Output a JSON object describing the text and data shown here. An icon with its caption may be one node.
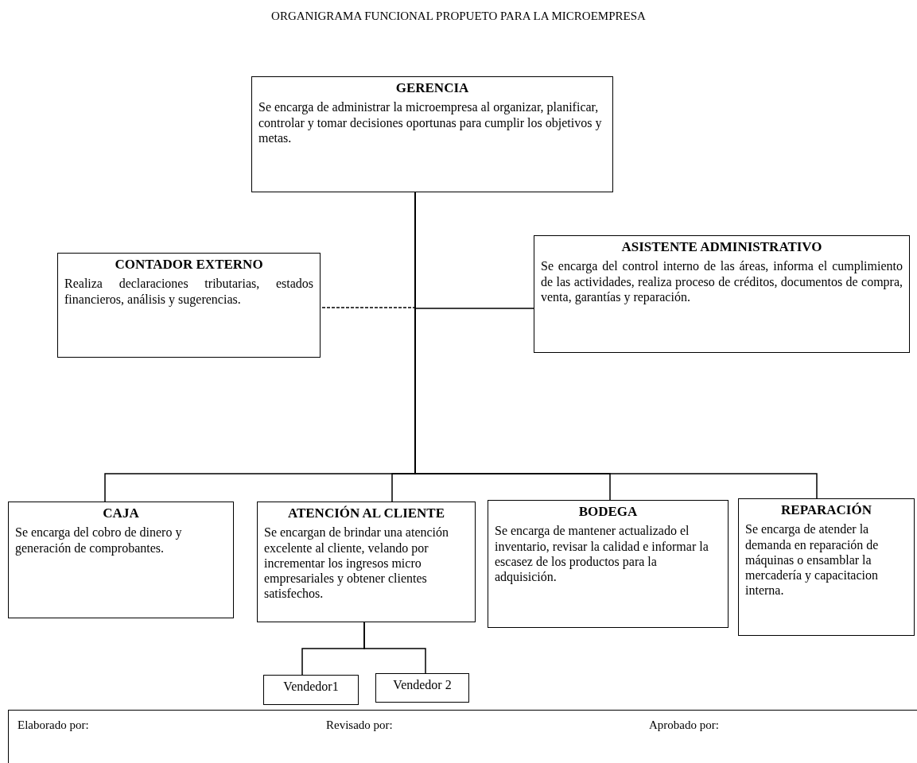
{
  "diagram": {
    "title": "ORGANIGRAMA FUNCIONAL PROPUETO PARA LA MICROEMPRESA",
    "nodes": [
      {
        "text": [
          "GERENCIA",
          "Se encarga de administrar la microempresa al organizar, planificar, controlar y tomar decisiones oportunas para cumplir los objetivos y metas."
        ]
      },
      {
        "text": [
          "CONTADOR EXTERNO",
          "Realiza declaraciones tributarias, estados financieros, análisis y sugerencias."
        ]
      },
      {
        "text": [
          "ASISTENTE ADMINISTRATIVO",
          "Se encarga del control interno de las áreas, informa el cumplimiento de las actividades, realiza proceso de créditos, documentos de compra, venta, garantías y reparación."
        ]
      },
      {
        "text": [
          "CAJA",
          "Se encarga del cobro de dinero y generación de comprobantes."
        ]
      },
      {
        "text": [
          "ATENCIÓN AL CLIENTE",
          "Se encargan de brindar una atención excelente al cliente, velando por incrementar los ingresos micro empresariales y obtener clientes satisfechos."
        ]
      },
      {
        "text": [
          "BODEGA",
          "Se encarga de mantener actualizado el inventario, revisar la calidad e informar la escasez de los productos para la adquisición."
        ]
      },
      {
        "text": [
          "REPARACIÓN",
          "Se encarga de atender la demanda en reparación de máquinas o ensamblar la mercadería y capacitacion interna."
        ]
      },
      {
        "text": [
          "Vendedor1"
        ]
      },
      {
        "text": [
          "Vendedor 2"
        ]
      }
    ],
    "edges": [
      {
        "from": 0,
        "to": 1,
        "arrow": "none",
        "style": "dashed"
      },
      {
        "from": 0,
        "to": 2,
        "arrow": "none"
      },
      {
        "from": 0,
        "to": 3,
        "arrow": "none"
      },
      {
        "from": 0,
        "to": 4,
        "arrow": "none"
      },
      {
        "from": 0,
        "to": 5,
        "arrow": "none"
      },
      {
        "from": 0,
        "to": 6,
        "arrow": "none"
      },
      {
        "from": 4,
        "to": 7,
        "arrow": "none"
      },
      {
        "from": 4,
        "to": 8,
        "arrow": "none"
      }
    ],
    "labels": [
      "Elaborado por:",
      "Revisado por:",
      "Aprobado por:"
    ]
  }
}
